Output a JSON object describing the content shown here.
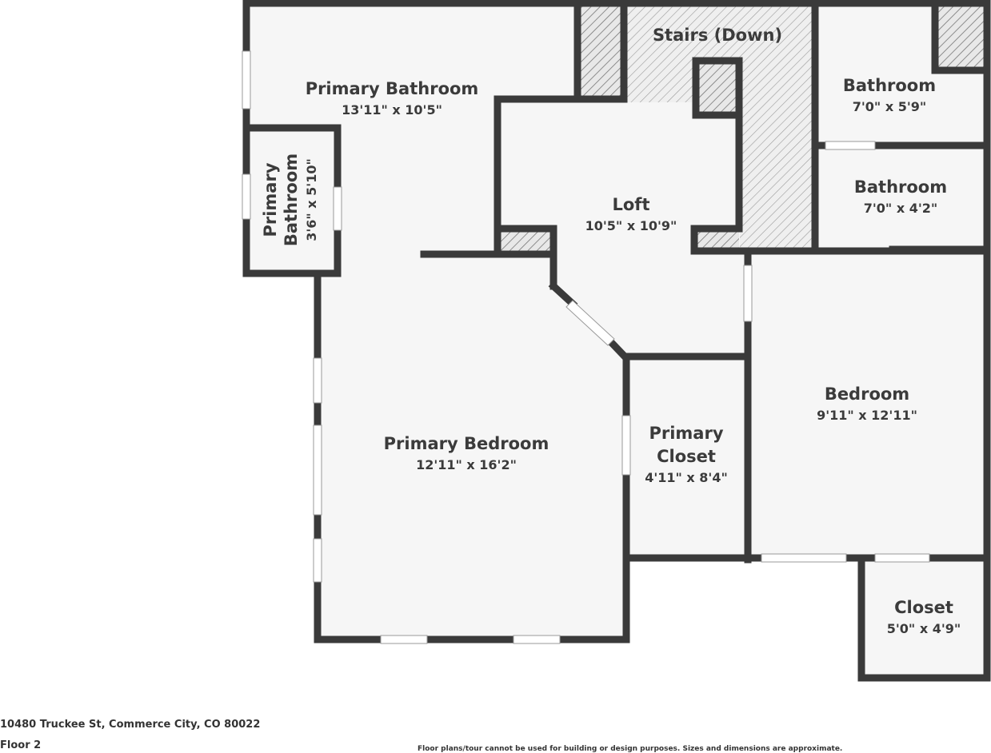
{
  "rooms": {
    "primary_bathroom": {
      "name": "Primary Bathroom",
      "dims": "13'11\" x 10'5\""
    },
    "primary_bathroom_small": {
      "name_line1": "Primary",
      "name_line2": "Bathroom",
      "dims": "3'6\" x 5'10\""
    },
    "stairs": {
      "name": "Stairs (Down)"
    },
    "bathroom_upper": {
      "name": "Bathroom",
      "dims": "7'0\" x 5'9\""
    },
    "bathroom_lower": {
      "name": "Bathroom",
      "dims": "7'0\" x 4'2\""
    },
    "loft": {
      "name": "Loft",
      "dims": "10'5\" x 10'9\""
    },
    "primary_bedroom": {
      "name": "Primary Bedroom",
      "dims": "12'11\" x 16'2\""
    },
    "primary_closet": {
      "name_line1": "Primary",
      "name_line2": "Closet",
      "dims": "4'11\" x 8'4\""
    },
    "bedroom": {
      "name": "Bedroom",
      "dims": "9'11\" x 12'11\""
    },
    "closet": {
      "name": "Closet",
      "dims": "5'0\" x 4'9\""
    }
  },
  "footer": {
    "address": "10480 Truckee St, Commerce City, CO 80022",
    "floor": "Floor 2",
    "disclaimer": "Floor plans/tour cannot be used for building or design purposes. Sizes and dimensions are approximate."
  },
  "colors": {
    "wall": "#3a3a3a",
    "floor": "#f6f6f6",
    "hatch": "#777777"
  }
}
